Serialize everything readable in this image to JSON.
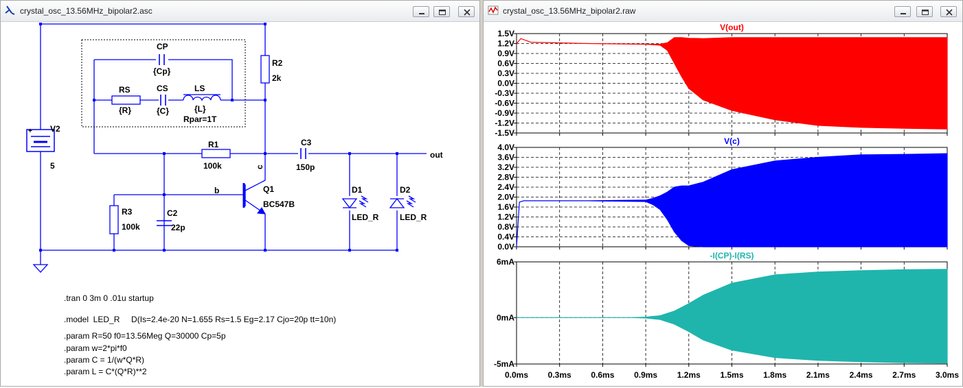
{
  "schematic_window": {
    "title": "crystal_osc_13.56MHz_bipolar2.asc",
    "components": {
      "cp": {
        "name": "CP",
        "value": "{Cp}"
      },
      "rs": {
        "name": "RS",
        "value": "{R}"
      },
      "cs": {
        "name": "CS",
        "value": "{C}"
      },
      "ls": {
        "name": "LS",
        "value": "{L}",
        "extra": "Rpar=1T"
      },
      "r2": {
        "name": "R2",
        "value": "2k"
      },
      "v2": {
        "name": "V2",
        "value": "5",
        "plus": "+"
      },
      "r1": {
        "name": "R1",
        "value": "100k"
      },
      "c3": {
        "name": "C3",
        "value": "150p"
      },
      "q1": {
        "name": "Q1",
        "value": "BC547B"
      },
      "r3": {
        "name": "R3",
        "value": "100k"
      },
      "c2": {
        "name": "C2",
        "value": "22p"
      },
      "d1": {
        "name": "D1",
        "value": "LED_R"
      },
      "d2": {
        "name": "D2",
        "value": "LED_R"
      }
    },
    "net_labels": {
      "out": "out",
      "b": "b",
      "c": "c"
    },
    "directives": [
      ".tran 0 3m 0 .01u startup",
      ".model  LED_R     D(Is=2.4e-20 N=1.655 Rs=1.5 Eg=2.17 Cjo=20p tt=10n)",
      ".param R=50 f0=13.56Meg Q=30000 Cp=5p",
      ".param w=2*pi*f0",
      ".param C = 1/(w*Q*R)",
      ".param L = C*(Q*R)**2"
    ]
  },
  "waveform_window": {
    "title": "crystal_osc_13.56MHz_bipolar2.raw"
  },
  "chart_data": [
    {
      "type": "line",
      "title": "V(out)",
      "color": "#ff0000",
      "y_ticks": [
        "1.5V",
        "1.2V",
        "0.9V",
        "0.6V",
        "0.3V",
        "0.0V",
        "-0.3V",
        "-0.6V",
        "-0.9V",
        "-1.2V",
        "-1.5V"
      ],
      "ylim": [
        -1.5,
        1.5
      ],
      "x_ticks": [
        "0.0ms",
        "0.3ms",
        "0.6ms",
        "0.9ms",
        "1.2ms",
        "1.5ms",
        "1.8ms",
        "2.1ms",
        "2.4ms",
        "2.7ms",
        "3.0ms"
      ],
      "xlim": [
        0,
        3.0
      ],
      "envelope": {
        "t": [
          0,
          0.03,
          0.1,
          0.5,
          0.9,
          1.0,
          1.05,
          1.1,
          1.15,
          1.2,
          1.3,
          1.5,
          1.8,
          2.1,
          2.4,
          2.7,
          3.0
        ],
        "upper": [
          1.2,
          1.35,
          1.24,
          1.2,
          1.18,
          1.18,
          1.22,
          1.38,
          1.38,
          1.36,
          1.35,
          1.38,
          1.38,
          1.38,
          1.38,
          1.38,
          1.38
        ],
        "lower": [
          1.2,
          1.35,
          1.24,
          1.2,
          1.18,
          1.15,
          1.0,
          0.6,
          0.2,
          -0.15,
          -0.5,
          -0.82,
          -1.1,
          -1.27,
          -1.33,
          -1.36,
          -1.38
        ]
      }
    },
    {
      "type": "line",
      "title": "V(c)",
      "color": "#0000ff",
      "y_ticks": [
        "4.0V",
        "3.6V",
        "3.2V",
        "2.8V",
        "2.4V",
        "2.0V",
        "1.6V",
        "1.2V",
        "0.8V",
        "0.4V",
        "0.0V"
      ],
      "ylim": [
        0.0,
        4.0
      ],
      "x_ticks": [
        "0.0ms",
        "0.3ms",
        "0.6ms",
        "0.9ms",
        "1.2ms",
        "1.5ms",
        "1.8ms",
        "2.1ms",
        "2.4ms",
        "2.7ms",
        "3.0ms"
      ],
      "xlim": [
        0,
        3.0
      ],
      "envelope": {
        "t": [
          0,
          0.02,
          0.05,
          0.5,
          0.9,
          0.95,
          1.0,
          1.05,
          1.1,
          1.15,
          1.2,
          1.3,
          1.5,
          1.8,
          2.1,
          2.4,
          2.7,
          3.0
        ],
        "upper": [
          0.0,
          1.8,
          1.85,
          1.85,
          1.88,
          1.95,
          2.05,
          2.2,
          2.4,
          2.45,
          2.45,
          2.6,
          3.1,
          3.45,
          3.6,
          3.7,
          3.72,
          3.75
        ],
        "lower": [
          0.0,
          1.8,
          1.85,
          1.85,
          1.82,
          1.7,
          1.5,
          1.1,
          0.6,
          0.25,
          0.05,
          0.0,
          0.0,
          0.0,
          0.0,
          0.0,
          0.0,
          0.0
        ]
      }
    },
    {
      "type": "line",
      "title": "-I(CP)-I(RS)",
      "color": "#1fb5ad",
      "y_ticks": [
        "6mA",
        "0mA",
        "-5mA"
      ],
      "y_tick_values": [
        6,
        0,
        -5
      ],
      "ylim": [
        -5,
        6
      ],
      "x_ticks": [
        "0.0ms",
        "0.3ms",
        "0.6ms",
        "0.9ms",
        "1.2ms",
        "1.5ms",
        "1.8ms",
        "2.1ms",
        "2.4ms",
        "2.7ms",
        "3.0ms"
      ],
      "xlim": [
        0,
        3.0
      ],
      "envelope": {
        "t": [
          0,
          0.8,
          0.9,
          1.0,
          1.1,
          1.2,
          1.3,
          1.5,
          1.8,
          2.1,
          2.4,
          2.7,
          3.0
        ],
        "upper": [
          0,
          0,
          0.05,
          0.2,
          0.7,
          1.5,
          2.4,
          3.7,
          4.6,
          4.9,
          5.05,
          5.15,
          5.2
        ],
        "lower": [
          0,
          0,
          -0.05,
          -0.2,
          -0.7,
          -1.5,
          -2.4,
          -3.5,
          -4.3,
          -4.6,
          -4.75,
          -4.85,
          -4.9
        ]
      }
    }
  ]
}
